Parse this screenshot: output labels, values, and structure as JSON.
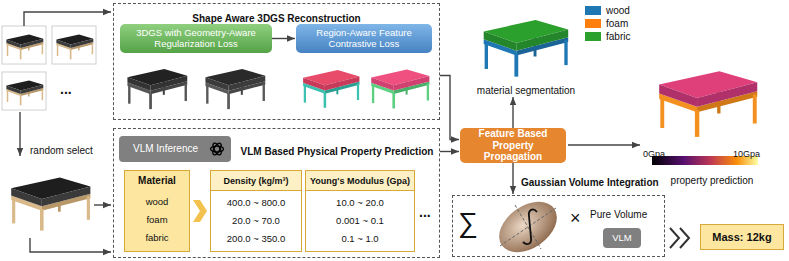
{
  "diagram": {
    "nodes": [
      {
        "text": [
          "Shape Aware 3DGS Reconstruction"
        ]
      },
      {
        "text": [
          "3DGS with Geometry-Aware Regularization Loss"
        ],
        "in": 0
      },
      {
        "text": [
          "Region-Aware Feature Contrastive Loss"
        ],
        "in": 0
      },
      {
        "text": [
          "VLM Based Physical Property Prediction"
        ]
      },
      {
        "text": [
          "VLM Inference"
        ],
        "in": 3
      },
      {
        "text": [
          "Material",
          "wood",
          "foam",
          "fabric"
        ],
        "in": 3
      },
      {
        "text": [
          "Density (kg/m³)",
          "400.0 ~ 800.0",
          "20.0 ~ 70.0",
          "200.0 ~ 350.0"
        ],
        "in": 3
      },
      {
        "text": [
          "Young's Modulus (Gpa)",
          "10.0 ~ 20.0",
          "0.001 ~ 0.1",
          "0.1 ~ 1.0"
        ],
        "in": 3
      },
      {
        "text": [
          "Feature Based Property Propagation"
        ]
      },
      {
        "text": [
          "∑",
          "×",
          "Pure Volume"
        ]
      },
      {
        "text": [
          "VLM"
        ],
        "in": 9
      },
      {
        "text": [
          "Mass: 12kg"
        ]
      }
    ],
    "edges": [
      {
        "from": 1,
        "to": 2,
        "arrow": "to"
      },
      {
        "from": 0,
        "to": 8,
        "arrow": "to"
      },
      {
        "from": 3,
        "to": 8,
        "arrow": "to"
      },
      {
        "from": 8,
        "to": 9,
        "label": "Gaussian Volume Integration",
        "arrow": "to"
      }
    ],
    "labels": [
      "...",
      "random select",
      "material segmentation",
      "property prediction",
      "0Gpa",
      "10Gpa",
      "..."
    ],
    "legend": [
      {
        "text": "wood",
        "color": "#1f77b4"
      },
      {
        "text": "foam",
        "color": "#ff7f0e"
      },
      {
        "text": "fabric",
        "color": "#2ca02c"
      }
    ]
  }
}
